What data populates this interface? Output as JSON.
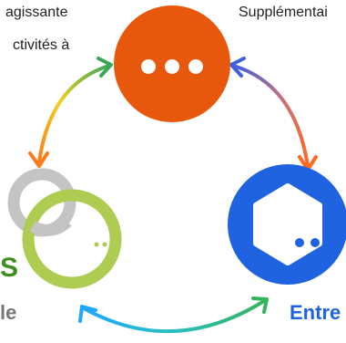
{
  "texts": {
    "top_left_line1": "agissante",
    "top_left_line2": "ctivités à",
    "top_right": "Supplémentai",
    "bottom_left_green": "S",
    "bottom_left_gray": "le",
    "bottom_right_blue": "Entre"
  },
  "colors": {
    "top_circle": "#E8580C",
    "right_hexagon_circle": "#1F63E0",
    "left_ring_green": "#AECB52",
    "left_ring_gray": "#C4C4C4",
    "green_text": "#3F8F1E",
    "gray_text": "#777777",
    "blue_text": "#1F63E0"
  },
  "icons": {
    "top_node": "ellipsis-icon",
    "right_node": "hexagon-icon",
    "left_node": "overlapping-rings-icon"
  }
}
